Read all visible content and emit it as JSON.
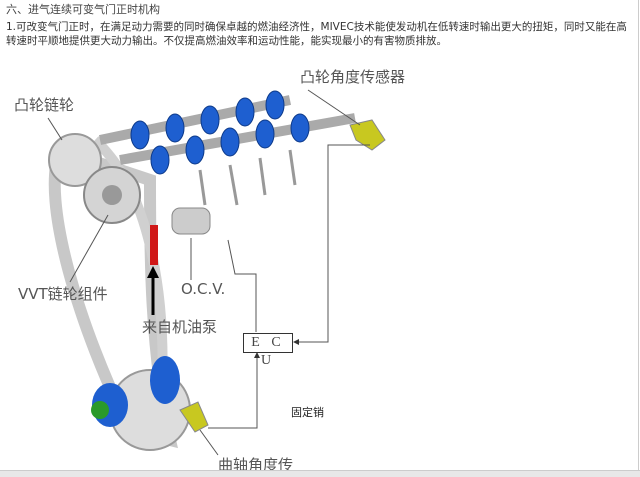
{
  "document": {
    "section_title": "六、进气连续可变气门正时机构",
    "paragraph": "1.可改变气门正时，在满足动力需要的同时确保卓越的燃油经济性，MIVEC技术能使发动机在低转速时输出更大的扭矩，同时又能在高转速时平顺地提供更大动力输出。不仅提高燃油效率和运动性能，能实现最小的有害物质排放。"
  },
  "diagram": {
    "labels": {
      "cam_sprocket": "凸轮链轮",
      "cam_angle_sensor": "凸轮角度传感器",
      "vvt_sprocket_assembly": "VVT链轮组件",
      "ocv": "O.C.V.",
      "from_oil_pump": "来自机油泵",
      "ecu": "E C U",
      "fixed_pin": "固定销",
      "crank_angle_sensor": "曲轴角度传"
    },
    "colors": {
      "camshaft_lobes": "#1e5fd0",
      "sensor": "#c8c820",
      "oil_feed": "#d01818",
      "gear": "#b8b8b8"
    }
  }
}
